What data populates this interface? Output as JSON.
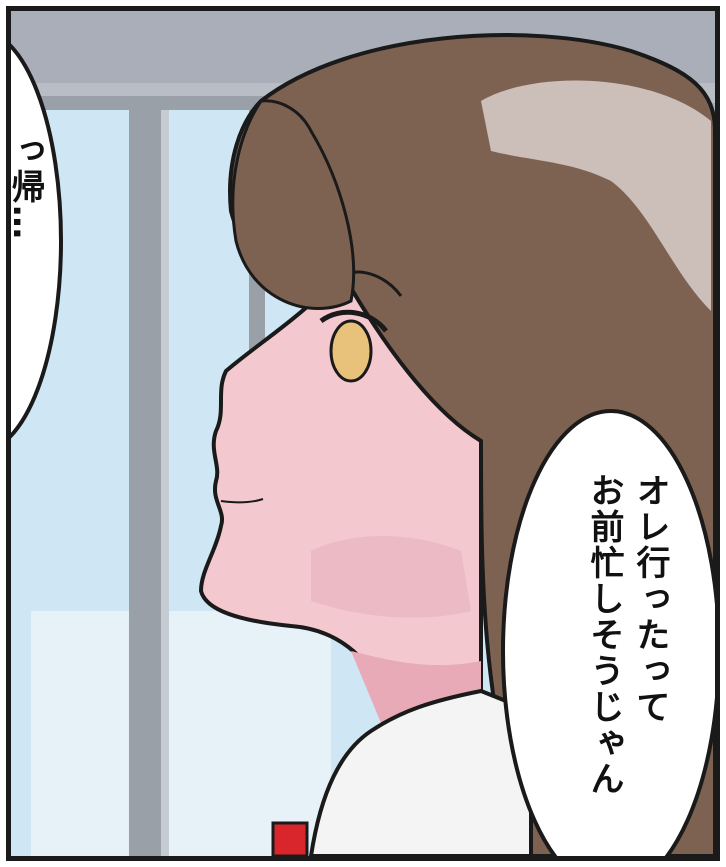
{
  "panel": {
    "colors": {
      "sky": "#cfe6f5",
      "wall": "#a9aeb8",
      "frame": "#9aa0a8",
      "hair": "#7d6252",
      "hair_highlight": "#d9cfca",
      "skin": "#f3c9cf",
      "skin_shadow": "#e7aab6",
      "eye": "#e8c27a",
      "collar": "#f4f4f4",
      "ribbon": "#d9262c",
      "outline": "#1a1a1a"
    }
  },
  "bubbles": {
    "right": {
      "lines": [
        "オレ行ったって",
        "お前忙しそうじゃん"
      ]
    },
    "left": {
      "lines": [
        "っ帰…"
      ]
    }
  }
}
